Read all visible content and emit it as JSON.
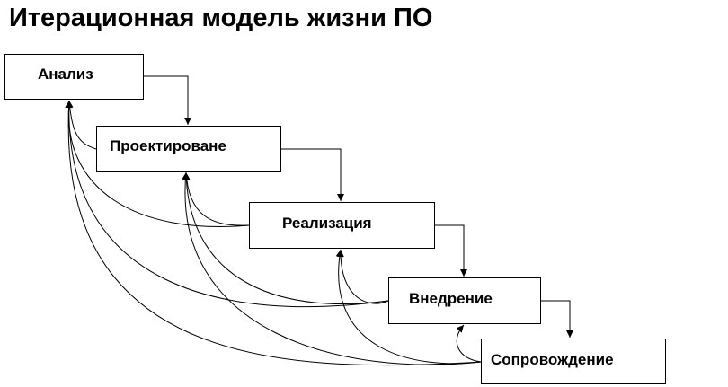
{
  "title": "Итерационная модель жизни ПО",
  "stages": [
    {
      "id": "analysis",
      "label": "Анализ"
    },
    {
      "id": "design",
      "label": "Проектироване"
    },
    {
      "id": "implementation",
      "label": "Реализация"
    },
    {
      "id": "deployment",
      "label": "Внедрение"
    },
    {
      "id": "maintenance",
      "label": "Сопровождение"
    }
  ],
  "colors": {
    "line": "#000000",
    "box_border": "#000000",
    "background": "#ffffff"
  }
}
